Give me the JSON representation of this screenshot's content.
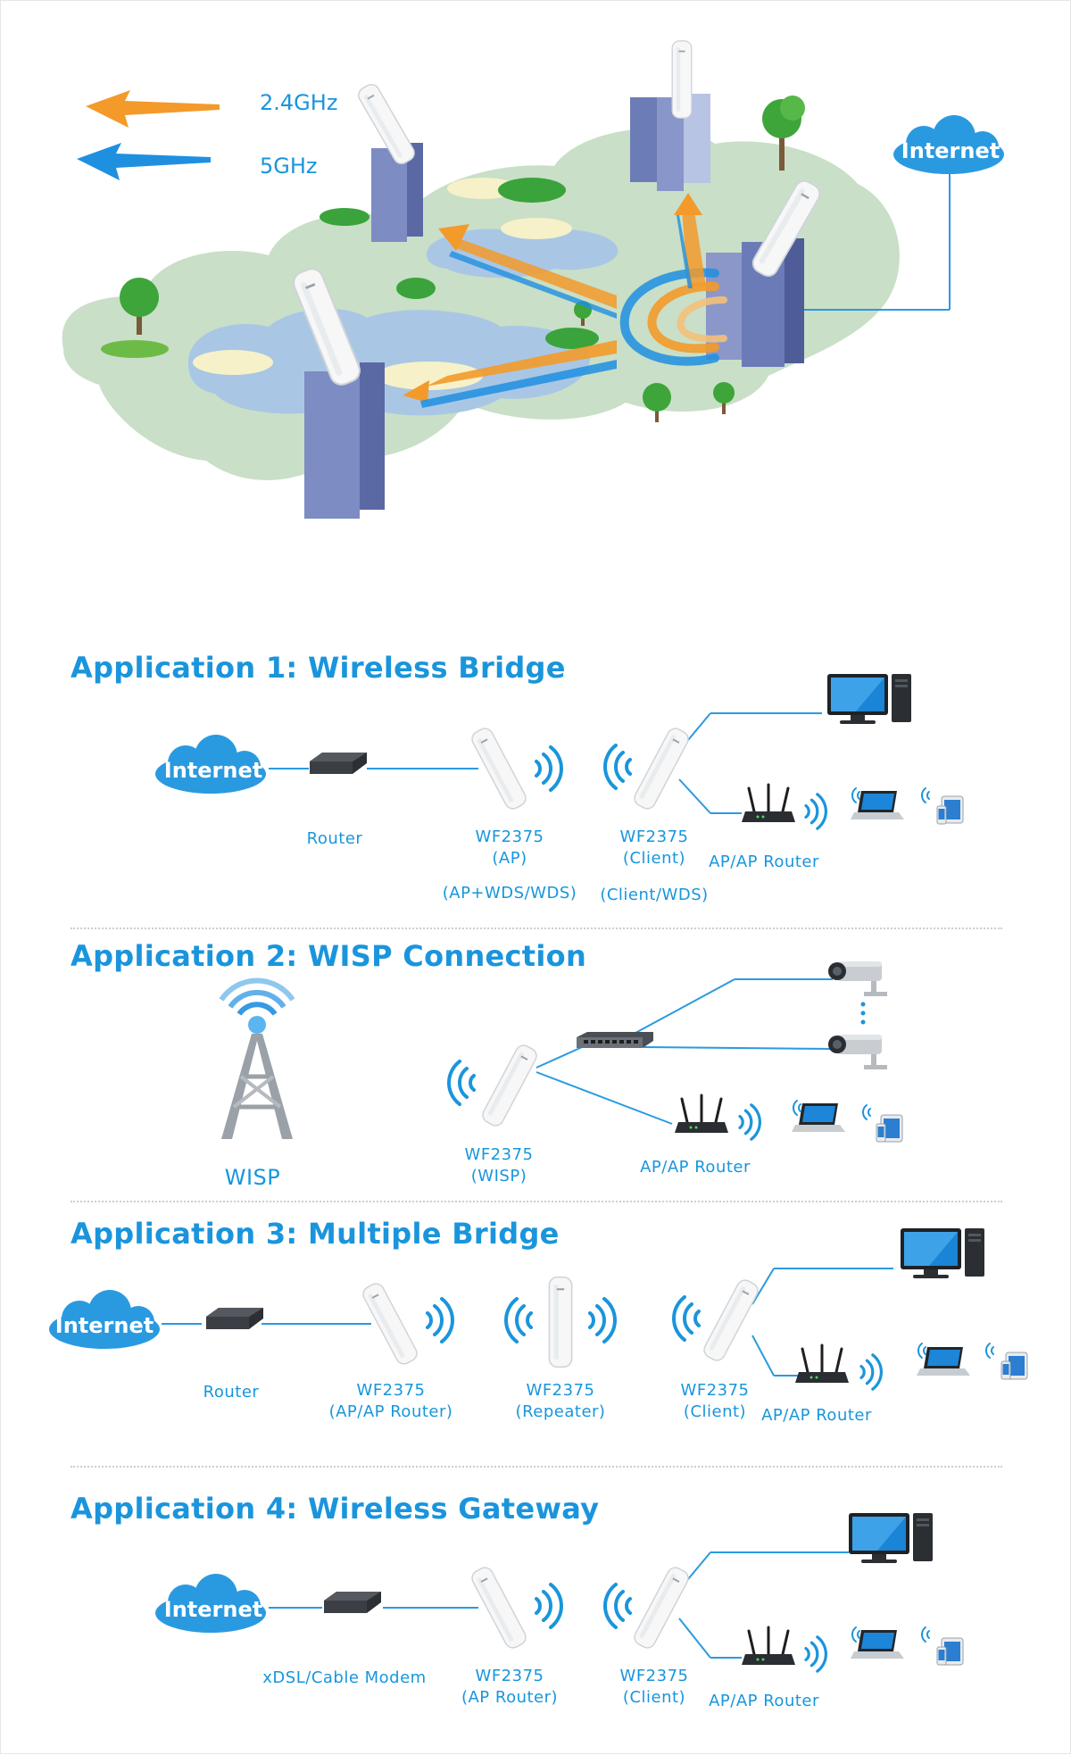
{
  "legend": {
    "band_24": "2.4GHz",
    "band_5": "5GHz"
  },
  "hero": {
    "internet": "Internet"
  },
  "app1": {
    "title": "Application 1: Wireless Bridge",
    "internet": "Internet",
    "router": "Router",
    "wf_ap_model": "WF2375",
    "wf_ap_mode": "(AP)",
    "wf_client_model": "WF2375",
    "wf_client_mode": "(Client)",
    "ap_router": "AP/AP Router",
    "note_ap": "(AP+WDS/WDS)",
    "note_client": "(Client/WDS)"
  },
  "app2": {
    "title": "Application 2: WISP Connection",
    "wisp": "WISP",
    "wf_model": "WF2375",
    "wf_mode": "(WISP)",
    "ap_router": "AP/AP Router"
  },
  "app3": {
    "title": "Application 3: Multiple Bridge",
    "internet": "Internet",
    "router": "Router",
    "wf1_model": "WF2375",
    "wf1_mode": "(AP/AP Router)",
    "wf2_model": "WF2375",
    "wf2_mode": "(Repeater)",
    "wf3_model": "WF2375",
    "wf3_mode": "(Client)",
    "ap_router": "AP/AP Router"
  },
  "app4": {
    "title": "Application 4: Wireless Gateway",
    "internet": "Internet",
    "modem": "xDSL/Cable Modem",
    "wf_ap_model": "WF2375",
    "wf_ap_mode": "(AP Router)",
    "wf_client_model": "WF2375",
    "wf_client_mode": "(Client)",
    "ap_router": "AP/AP Router"
  },
  "colors": {
    "accent": "#1a95dc",
    "band_24": "#f39a2a",
    "band_5": "#1f8fe0",
    "cloud": "#2a9ae0",
    "line": "#2a9ae0"
  }
}
